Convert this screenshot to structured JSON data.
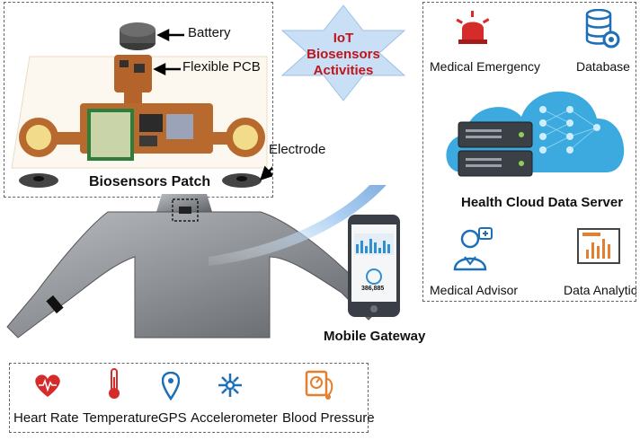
{
  "patch": {
    "title": "Biosensors Patch",
    "battery": "Battery",
    "flexible_pcb": "Flexible PCB",
    "electrode": "Electrode"
  },
  "iot": {
    "line1": "IoT",
    "line2": "Biosensors",
    "line3": "Activities"
  },
  "cloud": {
    "medical_emergency": "Medical Emergency",
    "database": "Database",
    "server_title": "Health Cloud Data Server",
    "medical_advisor": "Medical Advisor",
    "data_analytic": "Data Analytic"
  },
  "gateway": {
    "label": "Mobile Gateway",
    "phone_value": "386,885"
  },
  "sensors": [
    {
      "label": "Heart Rate",
      "icon": "heart-rate-icon"
    },
    {
      "label": "Temperature",
      "icon": "thermometer-icon"
    },
    {
      "label": "GPS",
      "icon": "gps-pin-icon"
    },
    {
      "label": "Accelerometer",
      "icon": "accelerometer-icon"
    },
    {
      "label": "Blood Pressure",
      "icon": "blood-pressure-icon"
    }
  ],
  "colors": {
    "star": "#c9dff5",
    "star_text": "#c0141b",
    "cloud": "#1a9bd8",
    "icon_red": "#d62b2b",
    "icon_blue": "#1e6fb8",
    "icon_orange": "#e37f2e"
  }
}
